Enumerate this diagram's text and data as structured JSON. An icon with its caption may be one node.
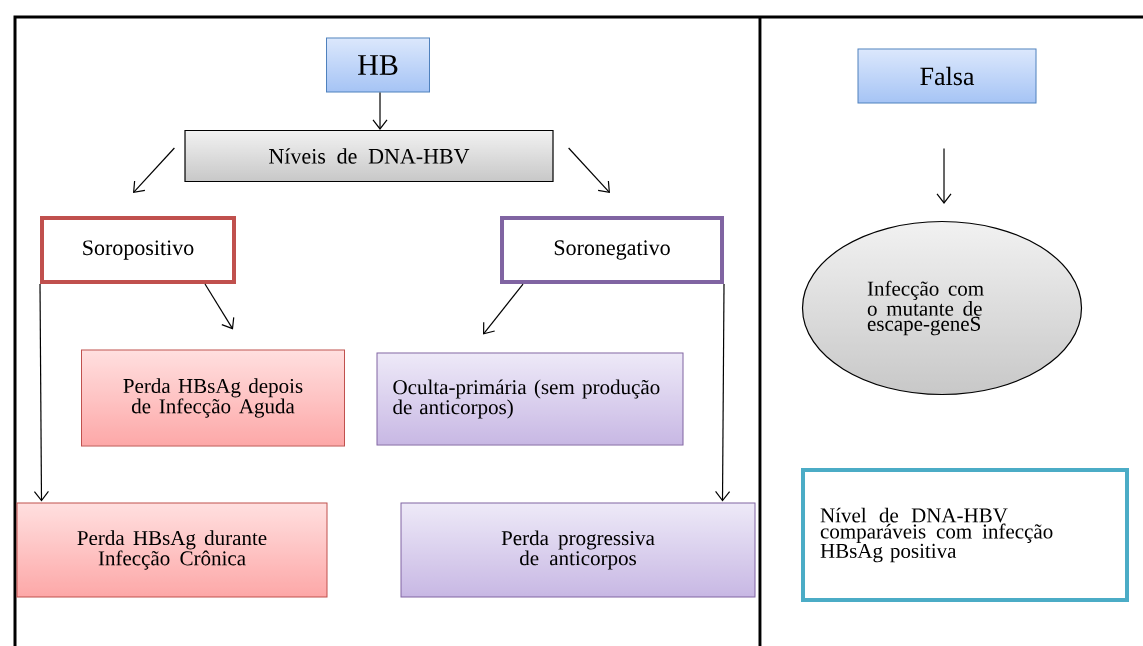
{
  "diagram": {
    "nodes": [
      {
        "text": [
          "HB"
        ]
      },
      {
        "text": [
          "Níveis de DNA-HBV"
        ]
      },
      {
        "text": [
          "Soropositivo"
        ]
      },
      {
        "text": [
          "Soronegativo"
        ]
      },
      {
        "text": [
          "Perda HBsAg depois de Infecção Aguda"
        ]
      },
      {
        "text": [
          "Oculta-primária (sem produção de anticorpos)"
        ]
      },
      {
        "text": [
          "Perda HBsAg durante Infecção Crônica"
        ]
      },
      {
        "text": [
          "Perda progressiva de anticorpos"
        ]
      },
      {
        "text": [
          "Falsa"
        ]
      },
      {
        "text": [
          "Infecção com o mutante de escape-geneS"
        ]
      },
      {
        "text": [
          "Nível de DNA-HBV comparáveis com infecção HBsAg positiva"
        ]
      }
    ],
    "edges": [
      {
        "from": 0,
        "to": 1,
        "arrow": "to"
      },
      {
        "from": 1,
        "to": 2,
        "arrow": "to"
      },
      {
        "from": 1,
        "to": 3,
        "arrow": "to"
      },
      {
        "from": 2,
        "to": 4,
        "arrow": "to"
      },
      {
        "from": 2,
        "to": 6,
        "arrow": "to"
      },
      {
        "from": 3,
        "to": 5,
        "arrow": "to"
      },
      {
        "from": 3,
        "to": 7,
        "arrow": "to"
      },
      {
        "from": 8,
        "to": 9,
        "arrow": "to"
      }
    ]
  }
}
